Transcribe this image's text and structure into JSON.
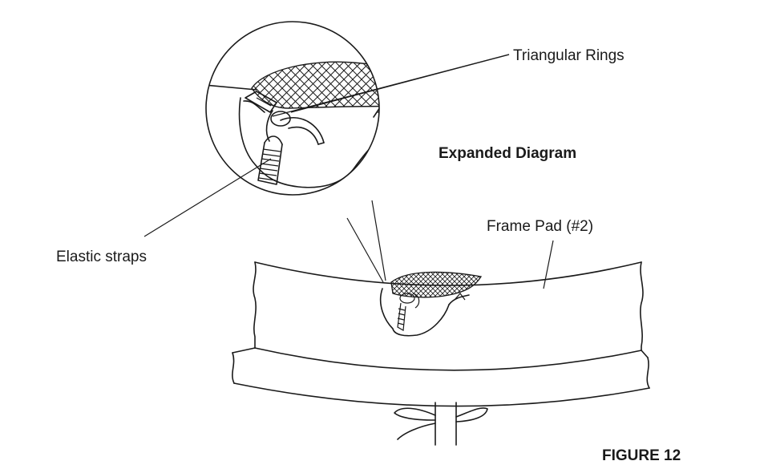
{
  "labels": {
    "triangular_rings": "Triangular Rings",
    "expanded_diagram": "Expanded Diagram",
    "frame_pad": "Frame Pad (#2)",
    "elastic_straps": "Elastic straps",
    "figure": "FIGURE 12"
  },
  "colors": {
    "ink": "#1a1a1a",
    "background": "#ffffff"
  }
}
